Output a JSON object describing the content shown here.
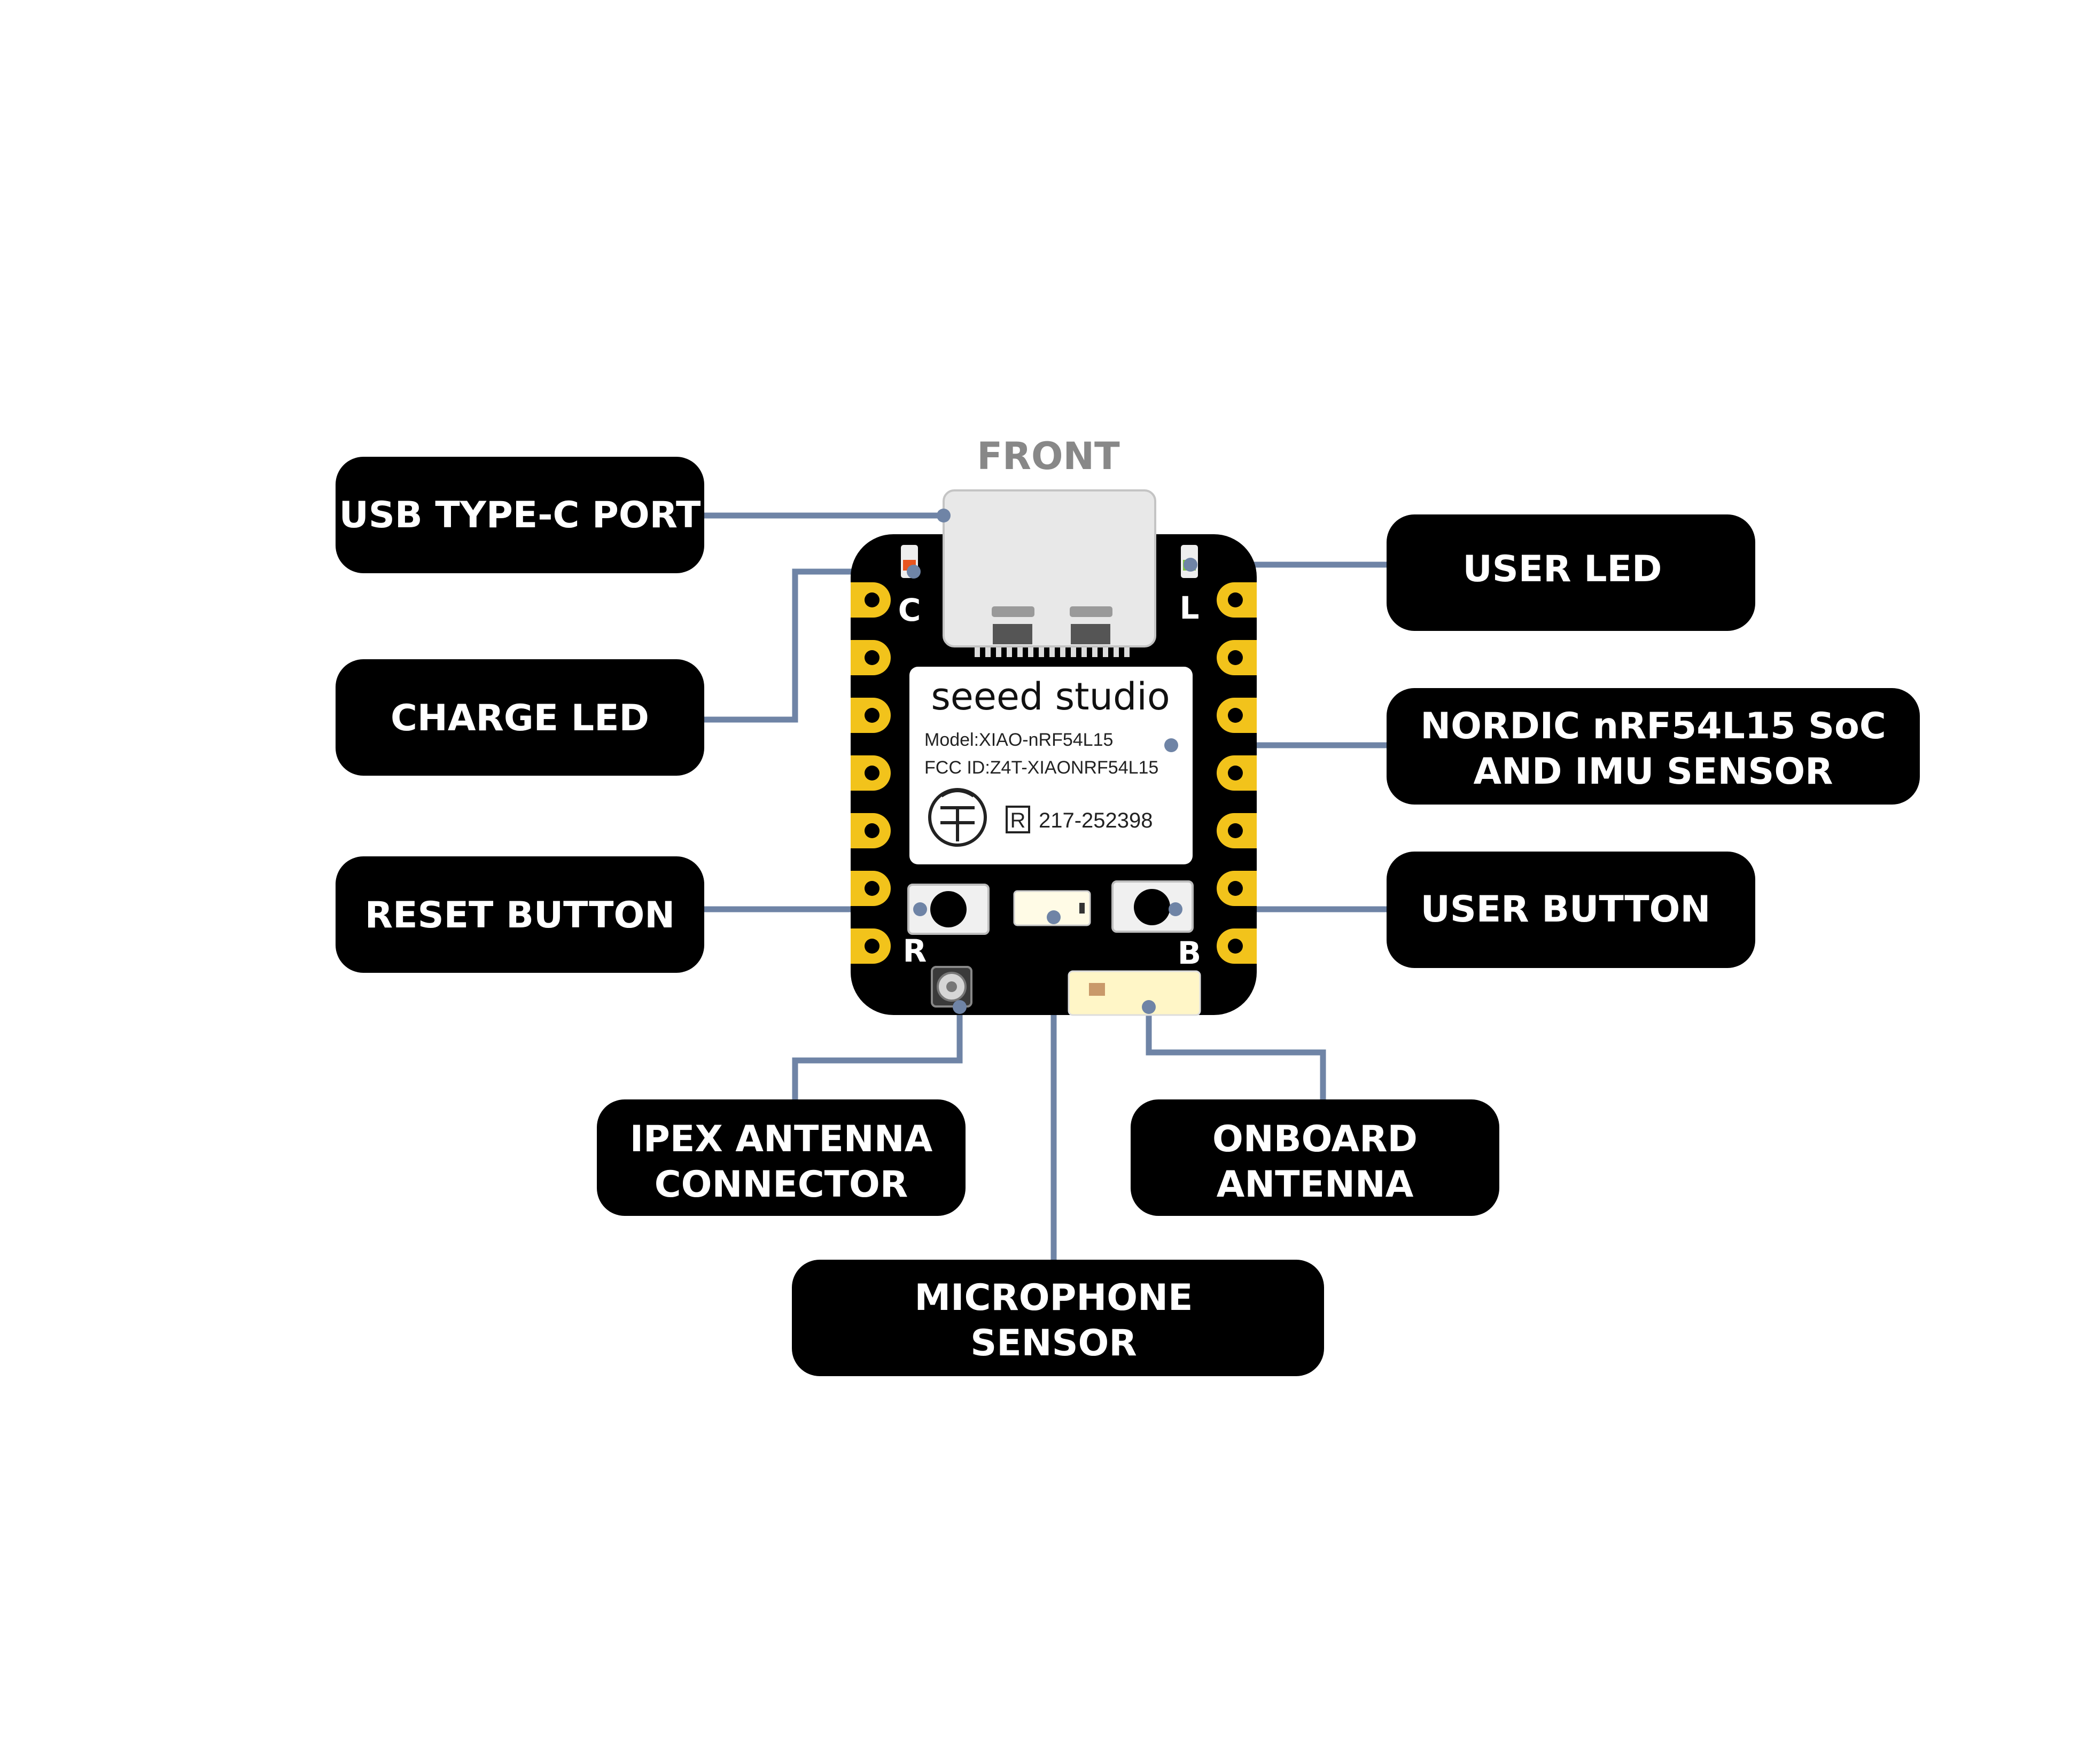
{
  "title": "FRONT",
  "colors": {
    "board": "#000000",
    "pad": "#f2c31b",
    "connector": "#6f84a6",
    "label_bg": "#000000",
    "label_text": "#ffffff",
    "title": "#888888",
    "charge_led": "#e8551f",
    "user_led": "#7cc443"
  },
  "board": {
    "brand": "seeed studio",
    "model": "Model:XIAO-nRF54L15",
    "fcc_id": "FCC ID:Z4T-XIAONRF54L15",
    "cert_mark": "R",
    "cert_number": "217-252398",
    "pin_letters": {
      "charge": "C",
      "user_led": "L",
      "reset": "R",
      "user_button": "B"
    }
  },
  "callouts": {
    "usb": {
      "lines": [
        "USB TYPE-C PORT"
      ],
      "icon": "usb-port-icon"
    },
    "charge_led": {
      "lines": [
        "CHARGE LED"
      ],
      "icon": "led-icon"
    },
    "reset": {
      "lines": [
        "RESET BUTTON"
      ],
      "icon": "button-icon"
    },
    "ipex": {
      "lines": [
        "IPEX ANTENNA",
        "CONNECTOR"
      ],
      "icon": "antenna-connector-icon"
    },
    "microphone": {
      "lines": [
        "MICROPHONE",
        "SENSOR"
      ],
      "icon": "microphone-icon"
    },
    "onboard_antenna": {
      "lines": [
        "ONBOARD",
        "ANTENNA"
      ],
      "icon": "antenna-icon"
    },
    "user_button": {
      "lines": [
        "USER BUTTON"
      ],
      "icon": "button-icon"
    },
    "soc": {
      "lines": [
        "NORDIC nRF54L15 SoC",
        "AND IMU SENSOR"
      ],
      "icon": "chip-icon"
    },
    "user_led": {
      "lines": [
        "USER LED"
      ],
      "icon": "led-icon"
    }
  }
}
